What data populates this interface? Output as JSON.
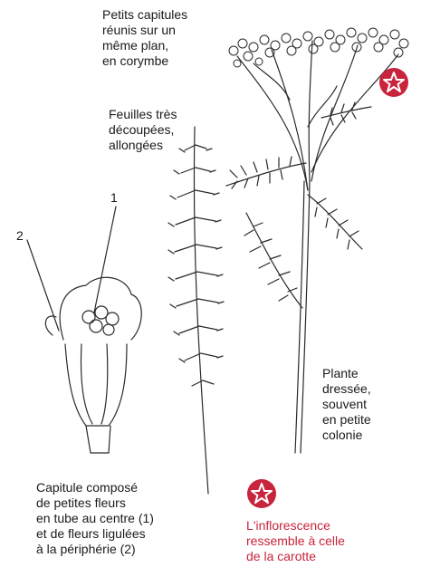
{
  "labels": {
    "inflorescence": "Petits capitules\nréunis sur un\nmême plan,\nen corymbe",
    "leaves": "Feuilles très\ndécoupées,\nallongées",
    "plant": "Plante\ndressée,\nsouvent\nen petite\ncolonie",
    "flower_head": "Capitule composé\nde petites fleurs\nen tube au centre (1)\net de fleurs ligulées\nà la périphérie (2)",
    "note": "L'inflorescence\nressemble à celle\nde la carotte"
  },
  "markers": {
    "one": "1",
    "two": "2"
  },
  "colors": {
    "accent": "#c8243d",
    "ink": "#1a1a1a"
  },
  "icons": [
    "star-badge-icon",
    "star-badge-icon"
  ]
}
